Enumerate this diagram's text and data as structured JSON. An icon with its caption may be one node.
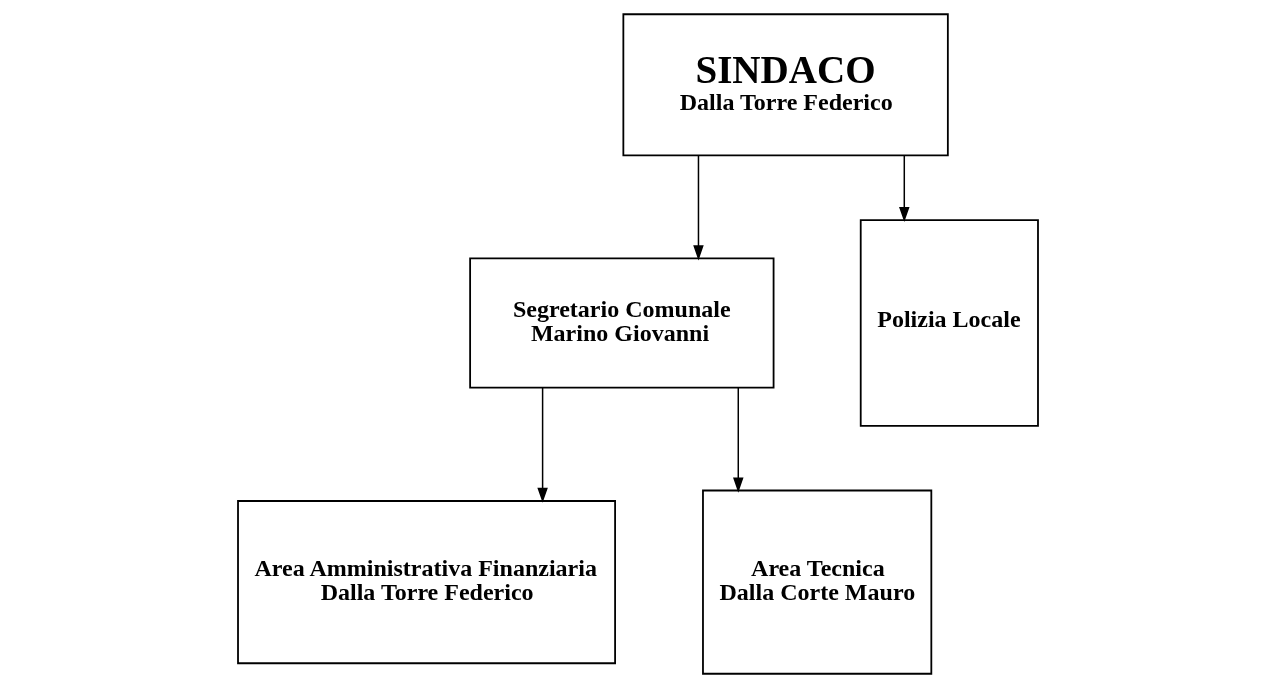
{
  "diagram": {
    "nodes": [
      {
        "text": [
          "SINDACO",
          "Dalla Torre Federico"
        ]
      },
      {
        "text": [
          "Segretario Comunale",
          "Marino Giovanni"
        ]
      },
      {
        "text": [
          "Polizia Locale"
        ]
      },
      {
        "text": [
          "Area Amministrativa Finanziaria",
          "Dalla Torre Federico"
        ]
      },
      {
        "text": [
          "Area Tecnica",
          "Dalla Corte Mauro"
        ]
      }
    ],
    "edges": [
      {
        "from": 0,
        "to": 1,
        "arrow": "to"
      },
      {
        "from": 0,
        "to": 2,
        "arrow": "to"
      },
      {
        "from": 1,
        "to": 3,
        "arrow": "to"
      },
      {
        "from": 1,
        "to": 4,
        "arrow": "to"
      }
    ]
  }
}
